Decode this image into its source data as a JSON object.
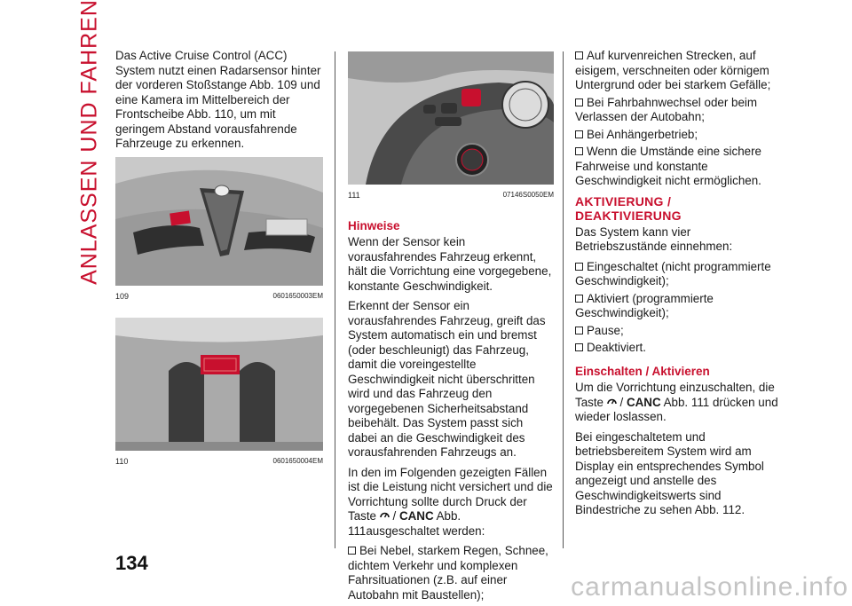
{
  "side_title": "ANLASSEN UND FAHREN",
  "page_number": "134",
  "col1": {
    "intro": "Das Active Cruise Control (ACC) System nutzt einen Radarsensor hinter der vorderen Stoßstange Abb. 109 und eine Kamera im Mittelbereich der Frontscheibe Abb. 110, um mit geringem Abstand vorausfahrende Fahrzeuge zu erkennen.",
    "fig109": {
      "number": "109",
      "code": "0601650003EM"
    },
    "fig110": {
      "number": "110",
      "code": "0601650004EM"
    }
  },
  "col2": {
    "fig111": {
      "number": "111",
      "code": "07146S0050EM"
    },
    "heading": "Hinweise",
    "p1": "Wenn der Sensor kein vorausfahrendes Fahrzeug erkennt, hält die Vorrichtung eine vorgegebene, konstante Geschwindigkeit.",
    "p2": "Erkennt der Sensor ein vorausfahrendes Fahrzeug, greift das System automatisch ein und bremst (oder beschleunigt) das Fahrzeug, damit die voreingestellte Geschwindigkeit nicht überschritten wird und das Fahrzeug den vorgegebenen Sicherheitsabstand beibehält. Das System passt sich dabei an die Geschwindigkeit des vorausfahrenden Fahrzeugs an.",
    "p3_before": "In den im Folgenden gezeigten Fällen ist die Leistung nicht versichert und die Vorrichtung sollte durch Druck der Taste",
    "p3_key": "CANC",
    "p3_after": "Abb. 111ausgeschaltet werden:",
    "bullet1": "Bei Nebel, starkem Regen, Schnee, dichtem Verkehr und komplexen Fahrsituationen (z.B. auf einer Autobahn mit Baustellen);"
  },
  "col3": {
    "bullets_a": [
      "Auf kurvenreichen Strecken, auf eisigem, verschneiten oder körnigem Untergrund oder bei starkem Gefälle;",
      "Bei Fahrbahnwechsel oder beim Verlassen der Autobahn;",
      "Bei Anhängerbetrieb;",
      "Wenn die Umstände eine sichere Fahrweise und konstante Geschwindigkeit nicht ermöglichen."
    ],
    "heading_main": "AKTIVIERUNG / DEAKTIVIERUNG",
    "intro": "Das System kann vier Betriebszustände einnehmen:",
    "bullets_b": [
      "Eingeschaltet (nicht programmierte Geschwindigkeit);",
      "Aktiviert (programmierte Geschwindigkeit);",
      "Pause;",
      "Deaktiviert."
    ],
    "heading_sub": "Einschalten / Aktivieren",
    "p_taste_before": "Um die Vorrichtung einzuschalten, die Taste",
    "p_taste_key": "CANC",
    "p_taste_after": "Abb. 111 drücken und wieder loslassen.",
    "p_last": "Bei eingeschaltetem und betriebsbereitem System wird am Display ein entsprechendes Symbol angezeigt und anstelle des Geschwindigkeitswerts sind Bindestriche zu sehen Abb. 112."
  },
  "watermark": "carmanualsonline.info",
  "colors": {
    "accent": "#c8102e"
  }
}
